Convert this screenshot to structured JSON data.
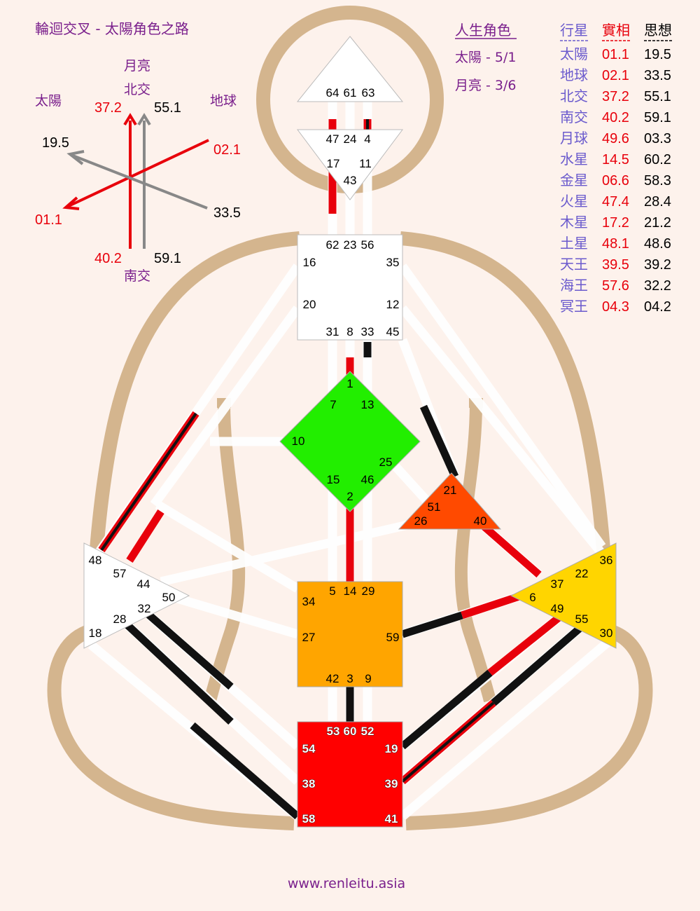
{
  "cross_title": "輪迴交叉 - 太陽角色之路",
  "cross": {
    "sun_label": "太陽",
    "earth_label": "地球",
    "moon_label": "月亮",
    "north_label": "北交",
    "south_label": "南交",
    "north_design": "37.2",
    "north_personality": "55.1",
    "earth_design": "02.1",
    "sun_personality_left": "19.5",
    "sun_design": "01.1",
    "earth_personality": "33.5",
    "south_design": "40.2",
    "south_personality": "59.1"
  },
  "profile": {
    "title": "人生角色",
    "sun": "太陽 - 5/1",
    "moon": "月亮 -  3/6"
  },
  "planet_table": {
    "headers": [
      "行星",
      "實相",
      "思想"
    ],
    "rows": [
      [
        "太陽",
        "01.1",
        "19.5"
      ],
      [
        "地球",
        "02.1",
        "33.5"
      ],
      [
        "北交",
        "37.2",
        "55.1"
      ],
      [
        "南交",
        "40.2",
        "59.1"
      ],
      [
        "月球",
        "49.6",
        "03.3"
      ],
      [
        "水星",
        "14.5",
        "60.2"
      ],
      [
        "金星",
        "06.6",
        "58.3"
      ],
      [
        "火星",
        "47.4",
        "28.4"
      ],
      [
        "木星",
        "17.2",
        "21.2"
      ],
      [
        "土星",
        "48.1",
        "48.6"
      ],
      [
        "天王",
        "39.5",
        "39.2"
      ],
      [
        "海王",
        "57.6",
        "32.2"
      ],
      [
        "冥王",
        "04.3",
        "04.2"
      ]
    ]
  },
  "gates": {
    "head": [
      "64",
      "61",
      "63"
    ],
    "ajna": [
      "47",
      "24",
      "4",
      "17",
      "11",
      "43"
    ],
    "throat": [
      "62",
      "23",
      "56",
      "16",
      "35",
      "20",
      "12",
      "31",
      "8",
      "33",
      "45"
    ],
    "g": [
      "1",
      "7",
      "13",
      "10",
      "25",
      "15",
      "46",
      "2"
    ],
    "heart": [
      "21",
      "51",
      "26",
      "40"
    ],
    "spleen": [
      "48",
      "57",
      "44",
      "50",
      "32",
      "28",
      "18"
    ],
    "sacral": [
      "5",
      "14",
      "29",
      "34",
      "27",
      "59",
      "42",
      "3",
      "9"
    ],
    "solar": [
      "36",
      "22",
      "37",
      "6",
      "49",
      "55",
      "30"
    ],
    "root": [
      "53",
      "60",
      "52",
      "54",
      "19",
      "38",
      "39",
      "58",
      "41"
    ]
  },
  "colors": {
    "body_outline": "#d4b58e",
    "design_red": "#e8000b",
    "personality_black": "#111111",
    "g_center": "#22ee00",
    "heart_center": "#ff4a00",
    "solar_center": "#ffd500",
    "sacral_center": "#ffa500",
    "root_center": "#ff0000",
    "label_purple": "#7a1f8c",
    "table_header_blue": "#6a5acd"
  },
  "footer": "www.renleitu.asia"
}
